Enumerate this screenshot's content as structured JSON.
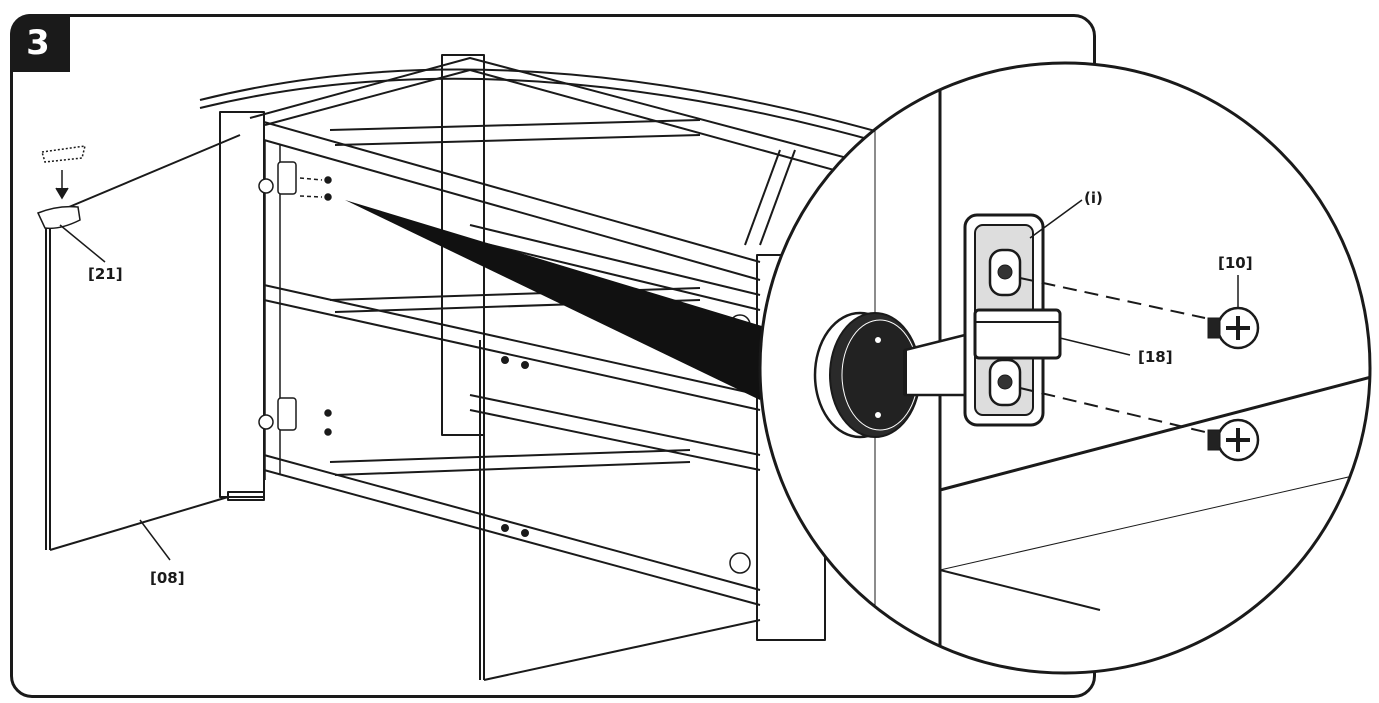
{
  "step": {
    "number": "3"
  },
  "labels": {
    "hardware_i": "(i)",
    "screw": "[10]",
    "hinge_plate": "[18]",
    "handle": "[21]",
    "door": "[08]"
  },
  "colors": {
    "ink": "#1a1a1a",
    "wedge": "#111111"
  }
}
